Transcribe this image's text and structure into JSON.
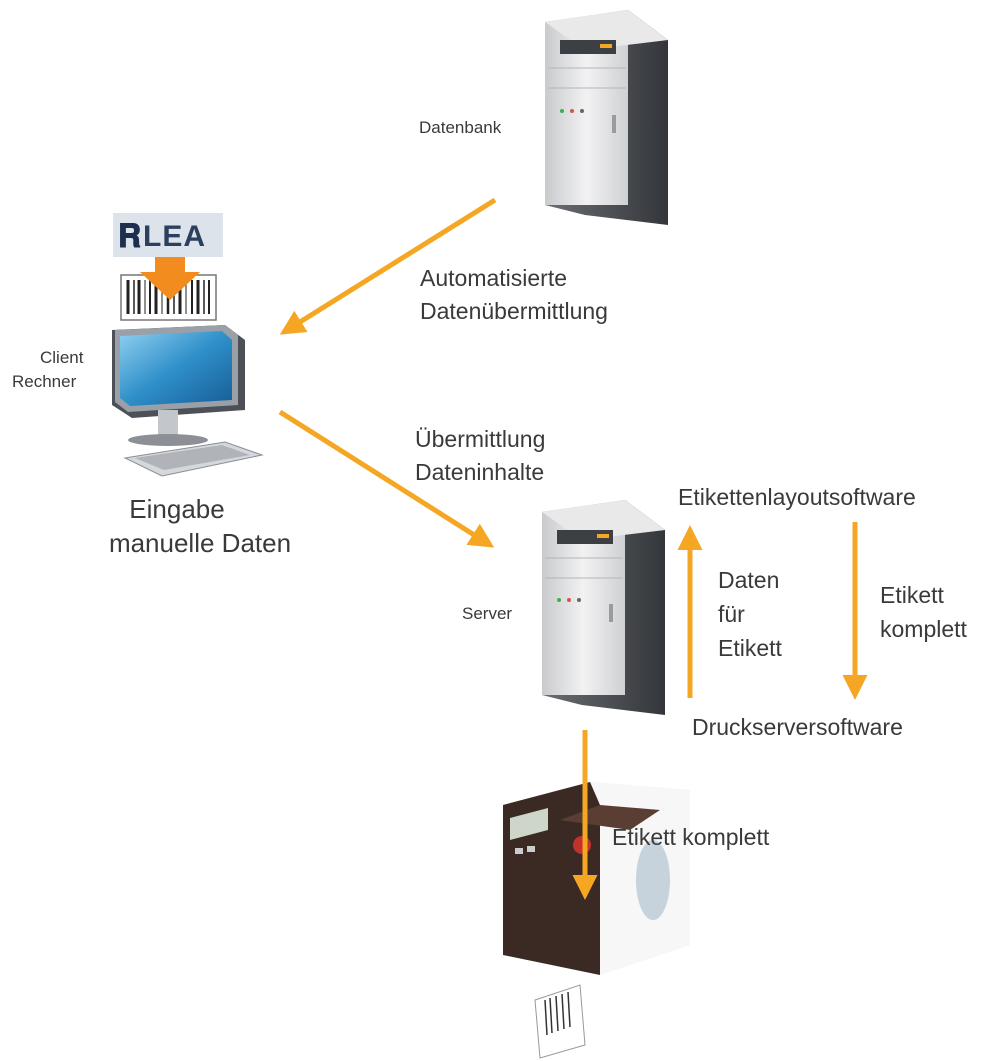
{
  "nodes": {
    "database": {
      "label": "Datenbank"
    },
    "client": {
      "label_line1": "Client",
      "label_line2": "Rechner",
      "caption_line1": "Eingabe",
      "caption_line2": "manuelle Daten"
    },
    "server": {
      "label": "Server"
    },
    "printer": {
      "label": ""
    }
  },
  "logo": {
    "text": "LEA"
  },
  "edges": {
    "db_to_client": {
      "line1": "Automatisierte",
      "line2": "Datenübermittlung"
    },
    "client_to_server": {
      "line1": "Übermittlung",
      "line2": "Dateninhalte"
    },
    "server_to_printer": {
      "label": "Etikett komplett"
    },
    "up": {
      "line1": "Daten",
      "line2": "für",
      "line3": "Etikett"
    },
    "down": {
      "line1": "Etikett",
      "line2": "komplett"
    }
  },
  "software": {
    "top": "Etikettenlayoutsoftware",
    "bottom": "Druckserversoftware"
  },
  "colors": {
    "arrow": "#f5a623",
    "tower_light": "#d9dadc",
    "tower_dark": "#4a4d52",
    "screen": "#2f8fc9"
  }
}
